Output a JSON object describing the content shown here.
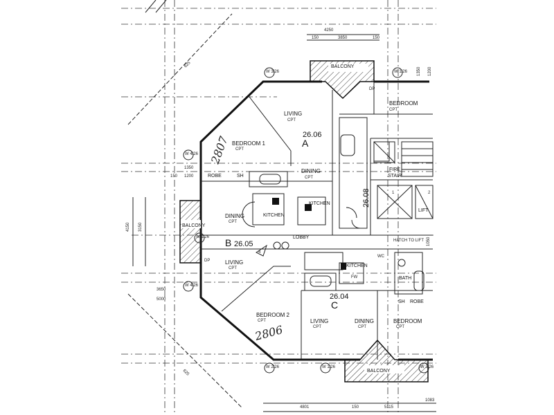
{
  "units": [
    {
      "number": "26.06",
      "letter": "A"
    },
    {
      "number": "26.05",
      "letter": "B"
    },
    {
      "number": "26.04",
      "letter": "C"
    },
    {
      "number": "26.08"
    }
  ],
  "rooms": {
    "living_a": "LIVING",
    "living_a_sub": "CPT",
    "bedroom1": "BEDROOM 1",
    "bedroom1_sub": "CPT",
    "dining_a": "DINING",
    "dining_a_sub": "CPT",
    "kitchen_a": "KITCHEN",
    "bedroom_tr": "BEDROOM",
    "bedroom_tr_sub": "CPT",
    "fire_stair": "FIRE\nSTAIR",
    "lift": "LIFT",
    "dining_b": "DINING",
    "dining_b_sub": "CPT",
    "kitchen_b": "KITCHEN",
    "living_b": "LIVING",
    "living_b_sub": "CPT",
    "bedroom2": "BEDROOM 2",
    "bedroom2_sub": "CPT",
    "lobby": "LOBBY",
    "kitchen_c": "KITCHEN",
    "living_c": "LIVING",
    "living_c_sub": "CPT",
    "dining_c": "DINING",
    "dining_c_sub": "CPT",
    "bedroom_c": "BEDROOM",
    "bedroom_c_sub": "CPT",
    "bath": "BATH",
    "robe": "ROBE",
    "sh": "SH",
    "wc": "WC",
    "dp": "DP",
    "fw": "FW",
    "balcony_top": "BALCONY",
    "balcony_left": "BALCONY",
    "balcony_bottom": "BALCONY",
    "hatch_to_lift": "HATCH TO LIFT"
  },
  "dimensions": {
    "top_total": "4250",
    "top_a": "150",
    "top_b": "3850",
    "top_c": "150",
    "left_a": "1350",
    "left_b": "150",
    "left_c": "1200",
    "side_a": "4150",
    "side_b": "3150",
    "lower_a": "3650",
    "lower_b": "5000",
    "bottom_a": "4801",
    "bottom_b": "150",
    "bottom_c": "5115",
    "bottom_d": "1083",
    "diag_a": "625",
    "diag_b": "625",
    "right_a": "1350",
    "right_b": "1200",
    "right_c": "1050"
  },
  "handwritten": {
    "top": "2807",
    "bottom": "2806"
  },
  "window_tags": [
    "W 3/26",
    "W 1/26",
    "W 4/26",
    "W 1/26",
    "W 4/26",
    "W 2/26",
    "W 1/26",
    "W 3/26"
  ]
}
